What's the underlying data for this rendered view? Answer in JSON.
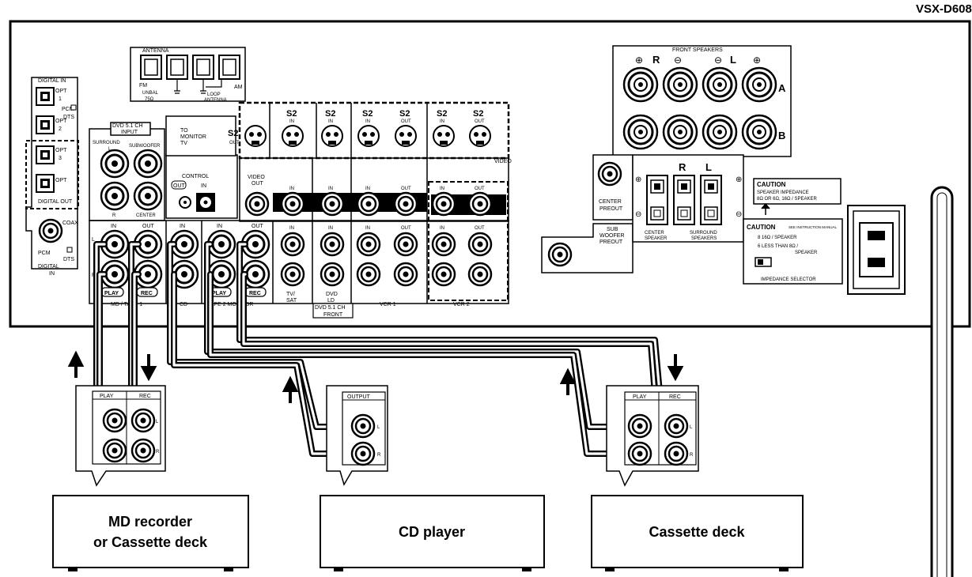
{
  "model": "VSX-D608",
  "panel": {
    "digital_in_title": "DIGITAL IN",
    "opt1": "OPT",
    "opt1_num": "1",
    "opt2": "OPT",
    "opt2_num": "2",
    "opt3": "OPT",
    "opt3_num": "3",
    "opt4": "OPT",
    "pcm_label": "PCM",
    "dts_label": "DTS",
    "digital_out_label": "DIGITAL OUT",
    "coax_label": "COAX",
    "pcm_label2": "PCM",
    "dts_label2": "DTS",
    "digital_in_bottom": "DIGITAL",
    "in_bottom": "IN",
    "antenna_title": "ANTENNA",
    "antenna_fm": "FM",
    "antenna_unbal": "UNBAL",
    "antenna_ohm": "75Ω",
    "antenna_am": "AM",
    "antenna_loop": "LOOP",
    "antenna_loop2": "ANTENNA",
    "dvd51_title": "DVD 5.1 CH",
    "dvd51_input": "INPUT",
    "surround": "SURROUND",
    "subwoofer": "SUBWOOFER",
    "l": "L",
    "r": "R",
    "center": "CENTER",
    "to_monitor_1": "TO",
    "to_monitor_2": "MONITOR",
    "to_monitor_3": "TV",
    "s2": "S2",
    "out": "OUT",
    "in": "IN",
    "control_title": "CONTROL",
    "control_out": "OUT",
    "control_in": "IN",
    "video_out_1": "VIDEO",
    "video_out_2": "OUT",
    "video_side": "VIDEO",
    "play_badge": "PLAY",
    "rec_badge": "REC",
    "md_tape1": "MD / TAPE 1",
    "cd": "CD",
    "tape2_monitor": "TAPE 2 MONITOR",
    "tv_sat_1": "TV/",
    "tv_sat_2": "SAT",
    "dvd_ld_1": "DVD",
    "dvd_ld_2": "LD",
    "dvd51_front": "DVD 5.1 CH",
    "front": "FRONT",
    "vcr1": "VCR 1",
    "vcr2": "VCR 2",
    "front_speakers": "FRONT SPEAKERS",
    "spk_r": "R",
    "spk_l": "L",
    "spk_a": "A",
    "spk_b": "B",
    "center_preout_1": "CENTER",
    "center_preout_2": "PREOUT",
    "sub_woofer_1": "SUB",
    "sub_woofer_2": "WOOFER",
    "sub_woofer_3": "PREOUT",
    "center_speaker_1": "CENTER",
    "center_speaker_2": "SPEAKER",
    "surround_speakers_1": "SURROUND",
    "surround_speakers_2": "SPEAKERS",
    "caution1_title": "CAUTION",
    "caution1_line1": "SPEAKER IMPEDANCE",
    "caution1_line2": "8Ω OR 6Ω, 16Ω / SPEAKER",
    "caution2_title": "CAUTION",
    "caution2_sub": "SEE INSTRUCTION MANUAL",
    "caution2_line1": "8 16Ω / SPEAKER",
    "caution2_line2": "6 LESS THAN 8Ω /",
    "caution2_line3": "SPEAKER",
    "impedance_selector": "IMPEDANCE SELECTOR"
  },
  "jack_boxes": {
    "play": "PLAY",
    "rec": "REC",
    "output": "OUTPUT",
    "l": "L",
    "r": "R"
  },
  "devices": {
    "md_line1": "MD recorder",
    "md_line2": "or Cassette deck",
    "cd": "CD player",
    "cassette": "Cassette deck"
  }
}
